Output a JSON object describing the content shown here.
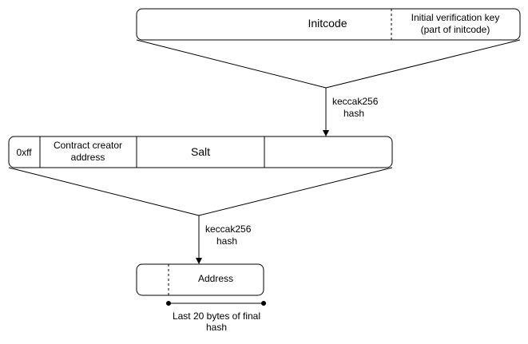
{
  "initcode_row": {
    "initcode_label": "Initcode",
    "verification_key_line1": "Initial verification key",
    "verification_key_line2": "(part of initcode)"
  },
  "hash_step_1": {
    "line1": "keccak256",
    "line2": "hash"
  },
  "input_row": {
    "prefix_label": "0xff",
    "creator_line1": "Contract creator",
    "creator_line2": "address",
    "salt_label": "Salt",
    "initcode_hash_label": ""
  },
  "hash_step_2": {
    "line1": "keccak256",
    "line2": "hash"
  },
  "address_row": {
    "address_label": "Address"
  },
  "span_annotation": {
    "line1": "Last 20 bytes of final",
    "line2": "hash"
  }
}
